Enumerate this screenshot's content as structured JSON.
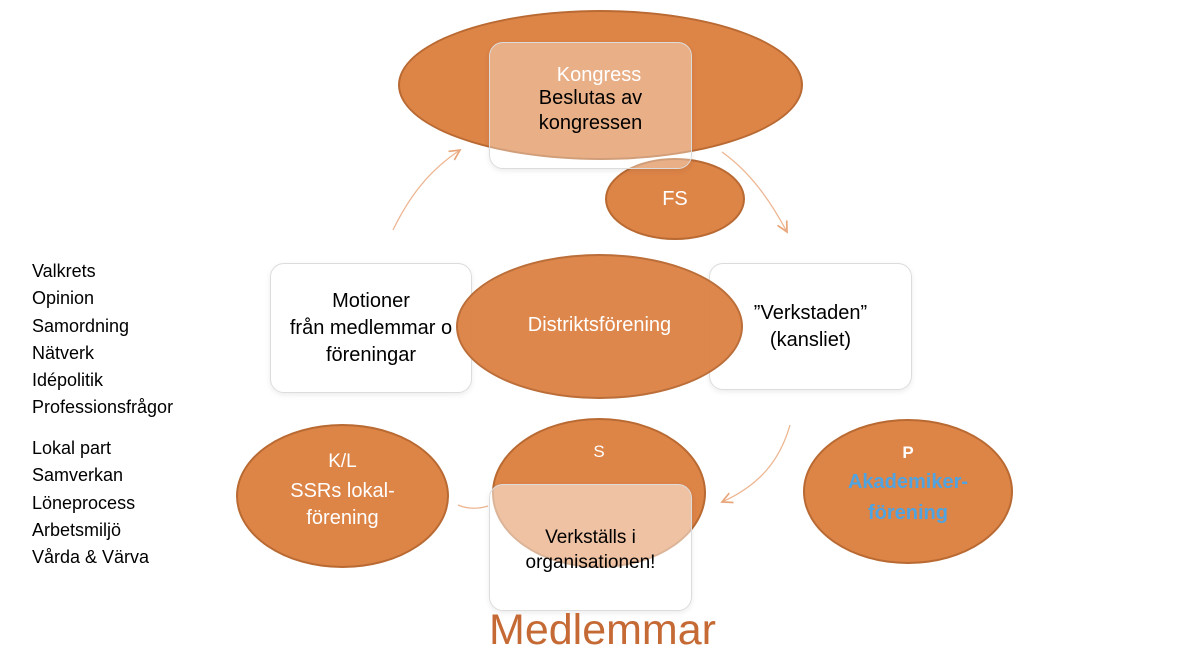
{
  "kongress": {
    "label": "Kongress",
    "box_text": [
      "Beslutas av",
      "kongressen"
    ]
  },
  "fs": {
    "label": "FS"
  },
  "distrikt": {
    "label": "Distriktsförening"
  },
  "motioner": {
    "lines": [
      "Motioner",
      "från medlemmar o",
      "föreningar"
    ]
  },
  "verkstaden": {
    "lines": [
      "”Verkstaden”",
      "(kansliet)"
    ]
  },
  "kl": {
    "letter": "K/L",
    "lines": [
      "SSRs lokal-",
      "förening"
    ]
  },
  "s": {
    "letter": "S",
    "box_text": [
      "Verkställs i",
      "organisationen!"
    ]
  },
  "p": {
    "letter": "P",
    "lines": [
      "Akademiker-",
      "förening"
    ]
  },
  "list1": [
    "Valkrets",
    "Opinion",
    "Samordning",
    "Nätverk",
    "Idépolitik",
    "Professionsfrågor"
  ],
  "list2": [
    "Lokal part",
    "Samverkan",
    "Löneprocess",
    "Arbetsmiljö",
    "Vårda & Värva"
  ],
  "footer": "Medlemmar",
  "colors": {
    "orange": "#DD8447",
    "blue_text": "#4FA3E0",
    "footer": "#C56A35"
  }
}
